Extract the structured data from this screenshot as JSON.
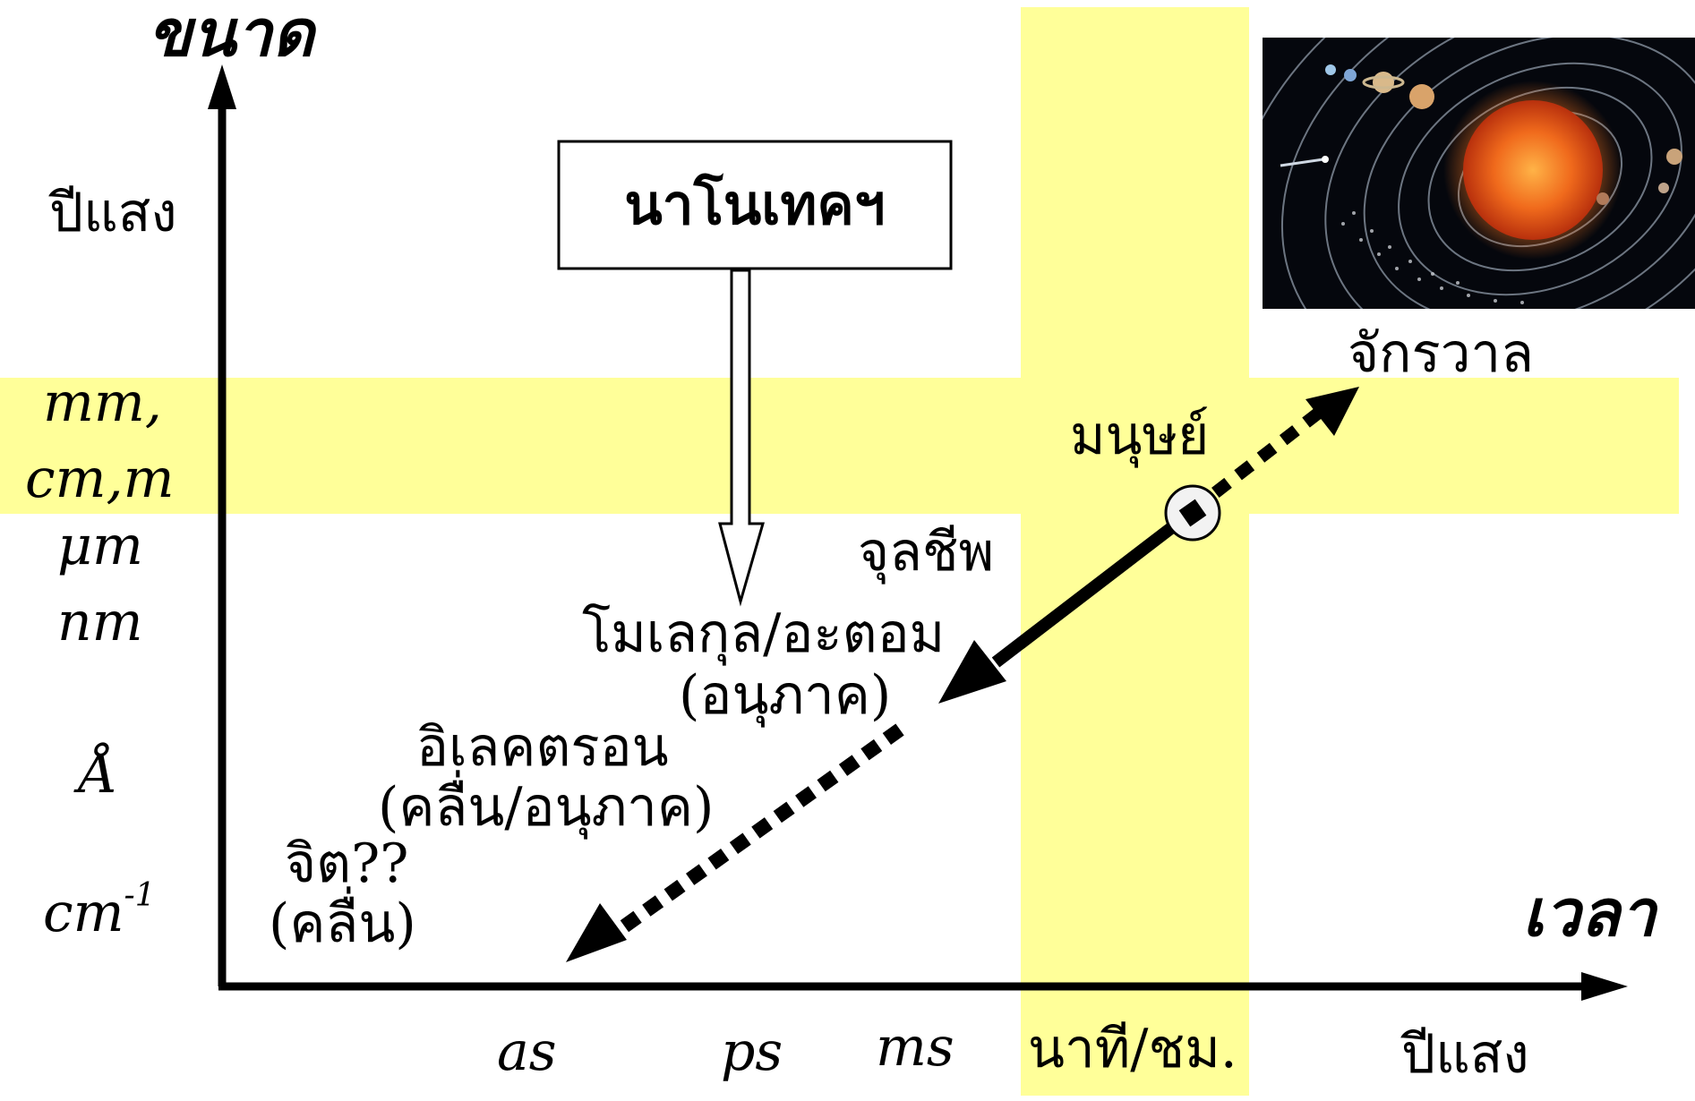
{
  "axes": {
    "y_title": "ขนาด",
    "x_title": "เวลา",
    "y_ticks": [
      {
        "text": "ปีแสง"
      },
      {
        "text": "mm,"
      },
      {
        "text": "cm,m"
      },
      {
        "text": "μm"
      },
      {
        "text": "nm"
      },
      {
        "text": "Å"
      },
      {
        "text": "cm",
        "superscript": "-1"
      }
    ],
    "x_ticks": [
      "as",
      "ps",
      "ms",
      "นาที/ชม.",
      "ปีแสง"
    ]
  },
  "nano_box": {
    "label": "นาโนเทคฯ"
  },
  "labels": {
    "universe": "จักรวาล",
    "human": "มนุษย์",
    "microbe": "จุลชีพ",
    "molecule_1": "โมเลกุล/อะตอม",
    "molecule_2": "(อนุภาค)",
    "electron_1": "อิเลคตรอน",
    "electron_2": "(คลื่น/อนุภาค)",
    "mind_1": "จิต??",
    "mind_2": "(คลื่น)"
  },
  "image": {
    "name": "solar-system"
  },
  "colors": {
    "highlight": "#ffff99",
    "ink": "#000000",
    "space": "#05070d",
    "sun": "#e0451a"
  }
}
